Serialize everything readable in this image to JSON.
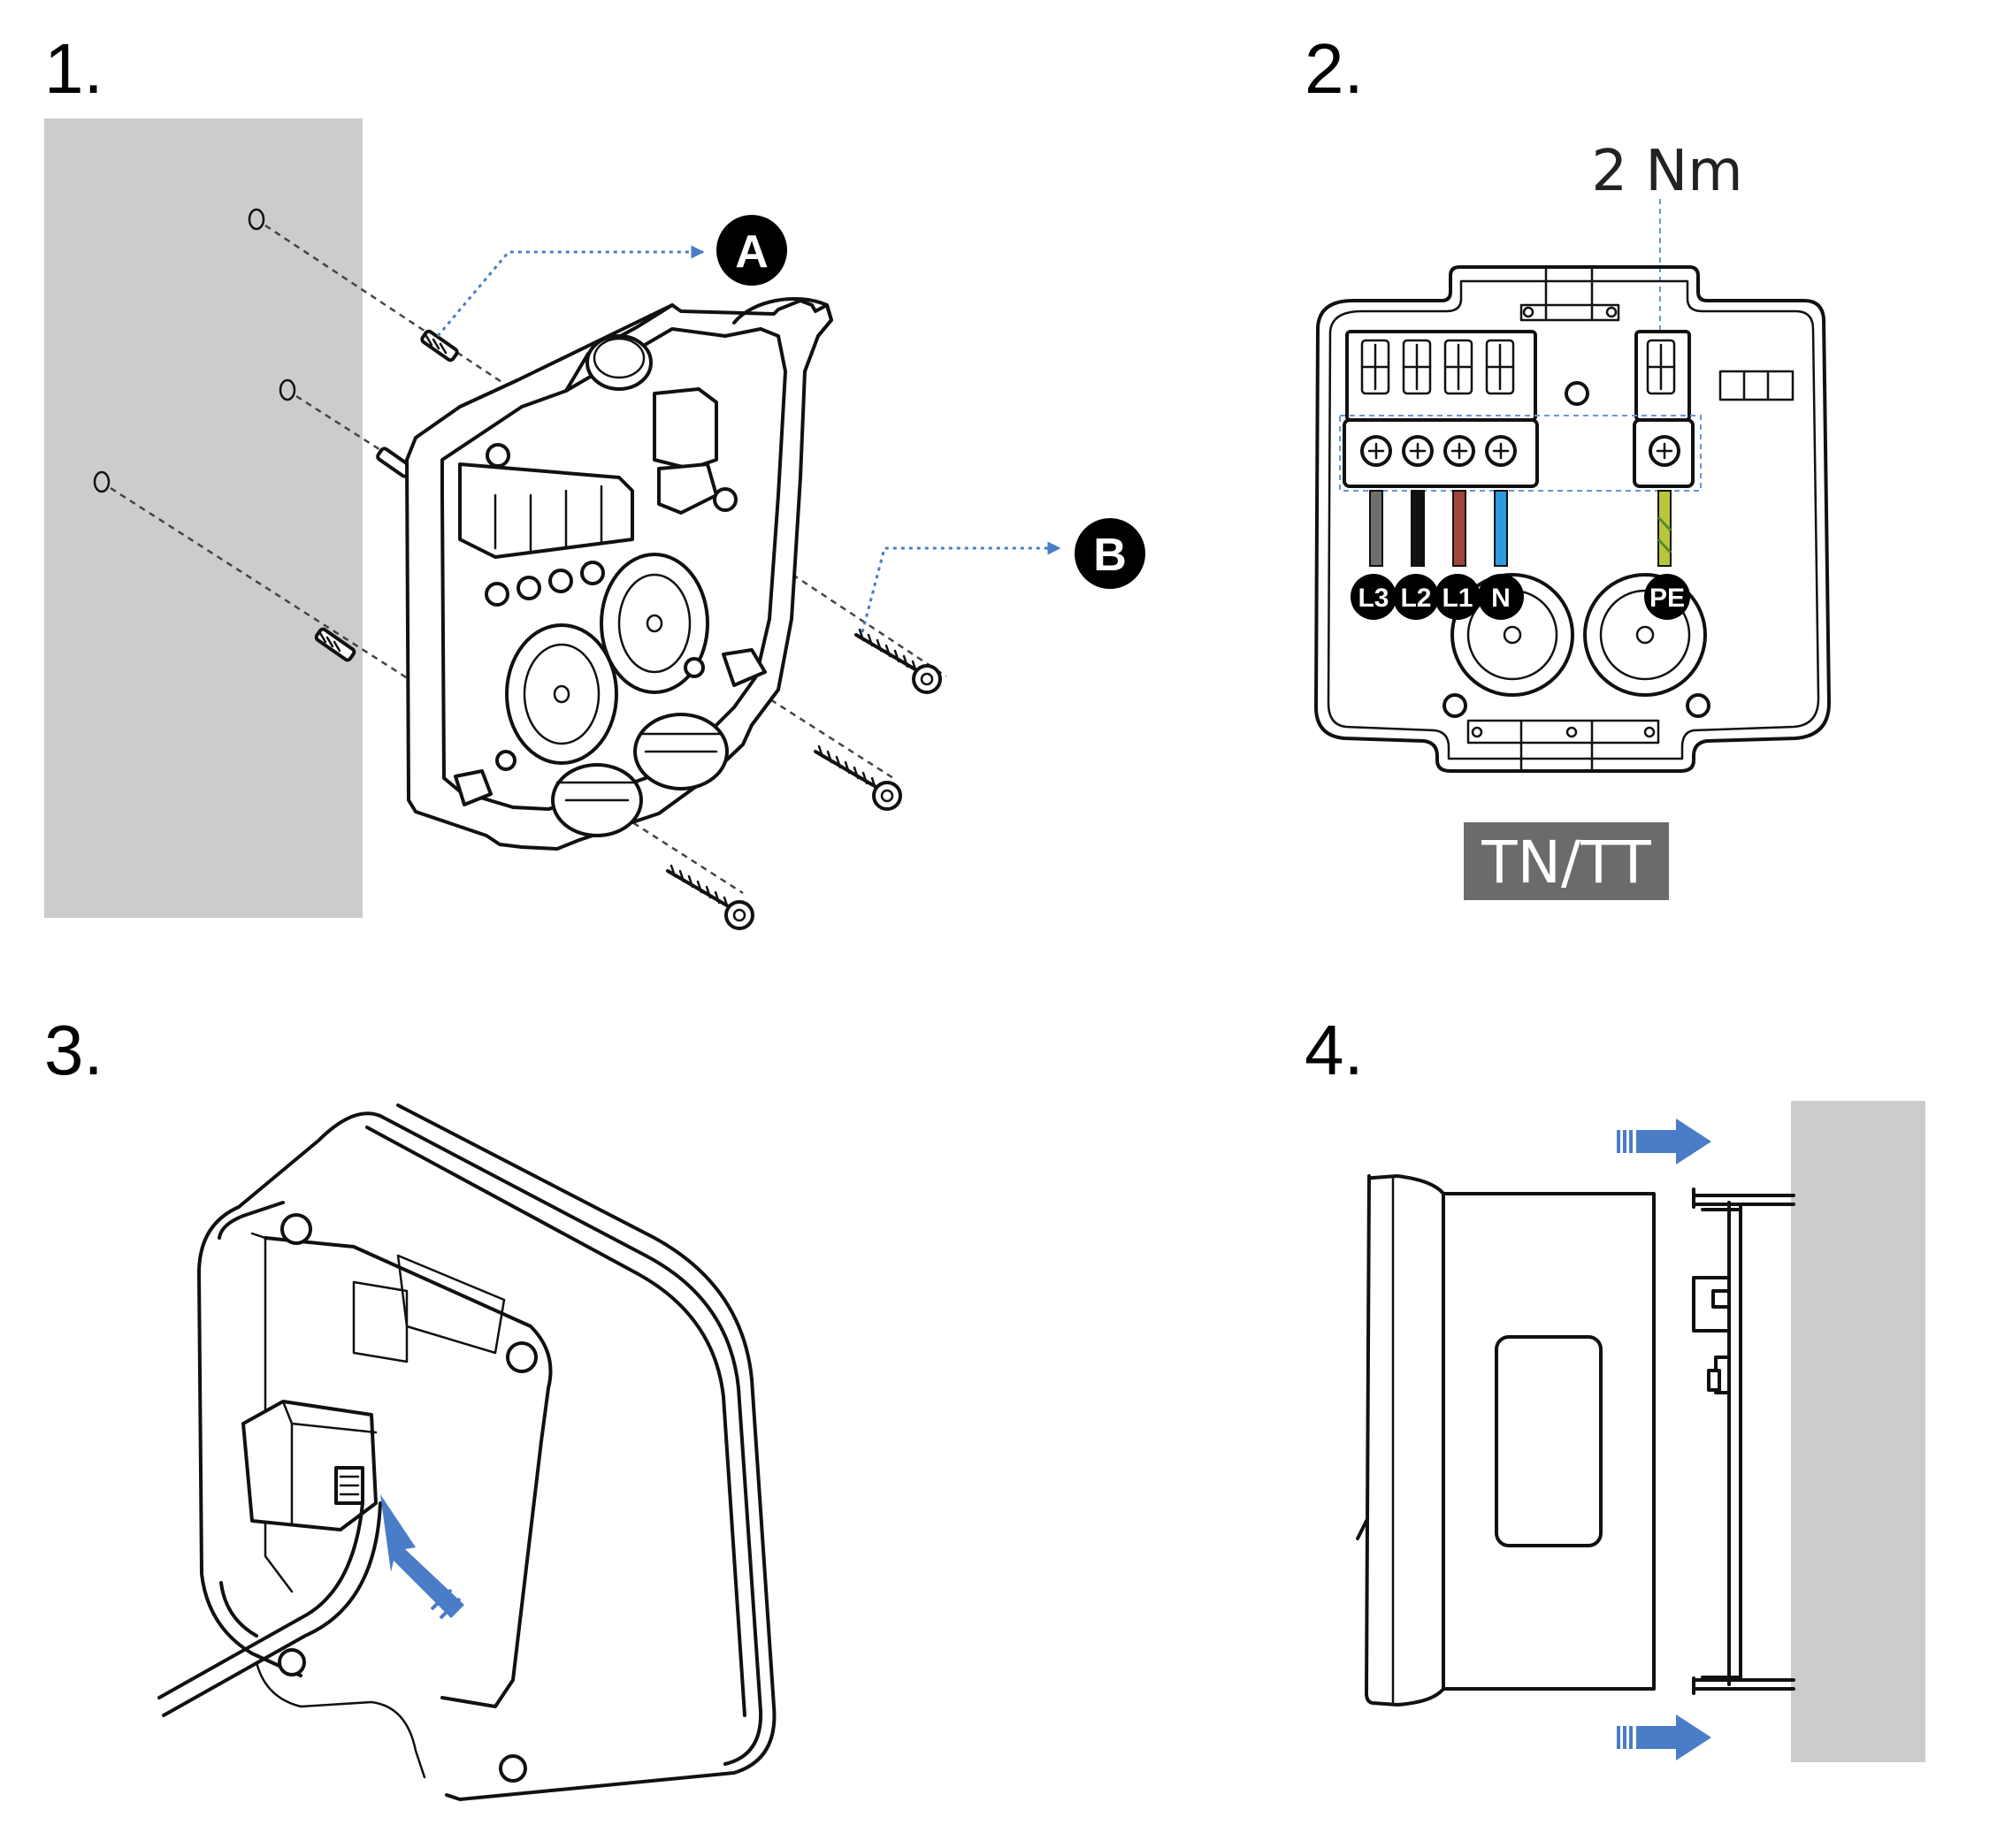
{
  "steps": [
    {
      "number": "1."
    },
    {
      "number": "2."
    },
    {
      "number": "3."
    },
    {
      "number": "4."
    }
  ],
  "step1": {
    "callouts": [
      {
        "letter": "A"
      },
      {
        "letter": "B"
      }
    ]
  },
  "step2": {
    "torque_label": "2 Nm",
    "terminals": [
      {
        "label": "L3",
        "wire_color": "#6e6e6e"
      },
      {
        "label": "L2",
        "wire_color": "#111111"
      },
      {
        "label": "L1",
        "wire_color": "#a0463a"
      },
      {
        "label": "N",
        "wire_color": "#2f9ae0"
      },
      {
        "label": "PE",
        "wire_color": "#b8c63a"
      }
    ],
    "network_badge": "TN/TT"
  },
  "colors": {
    "wall": "#cccccc",
    "arrow_blue": "#4a7cc7",
    "badge_bg": "#6b6b6b",
    "callout_bg": "#000000"
  }
}
